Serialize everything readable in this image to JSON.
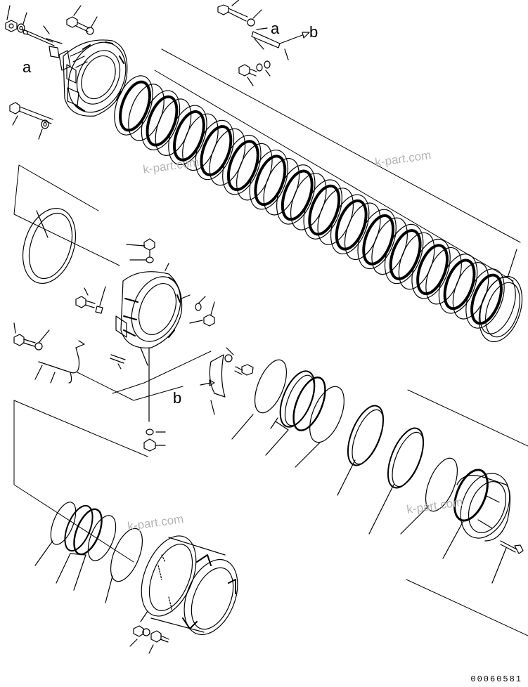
{
  "callouts": {
    "a_top": "a",
    "b_top": "b",
    "a_left": "a",
    "b_mid": "b"
  },
  "watermarks": [
    "k-part.com",
    "k-part.com",
    "k-part.com",
    "k-part.com"
  ],
  "drawing_number": "00060581",
  "colors": {
    "ink": "#000000",
    "watermark": "#b4b4b4",
    "background": "#ffffff"
  }
}
